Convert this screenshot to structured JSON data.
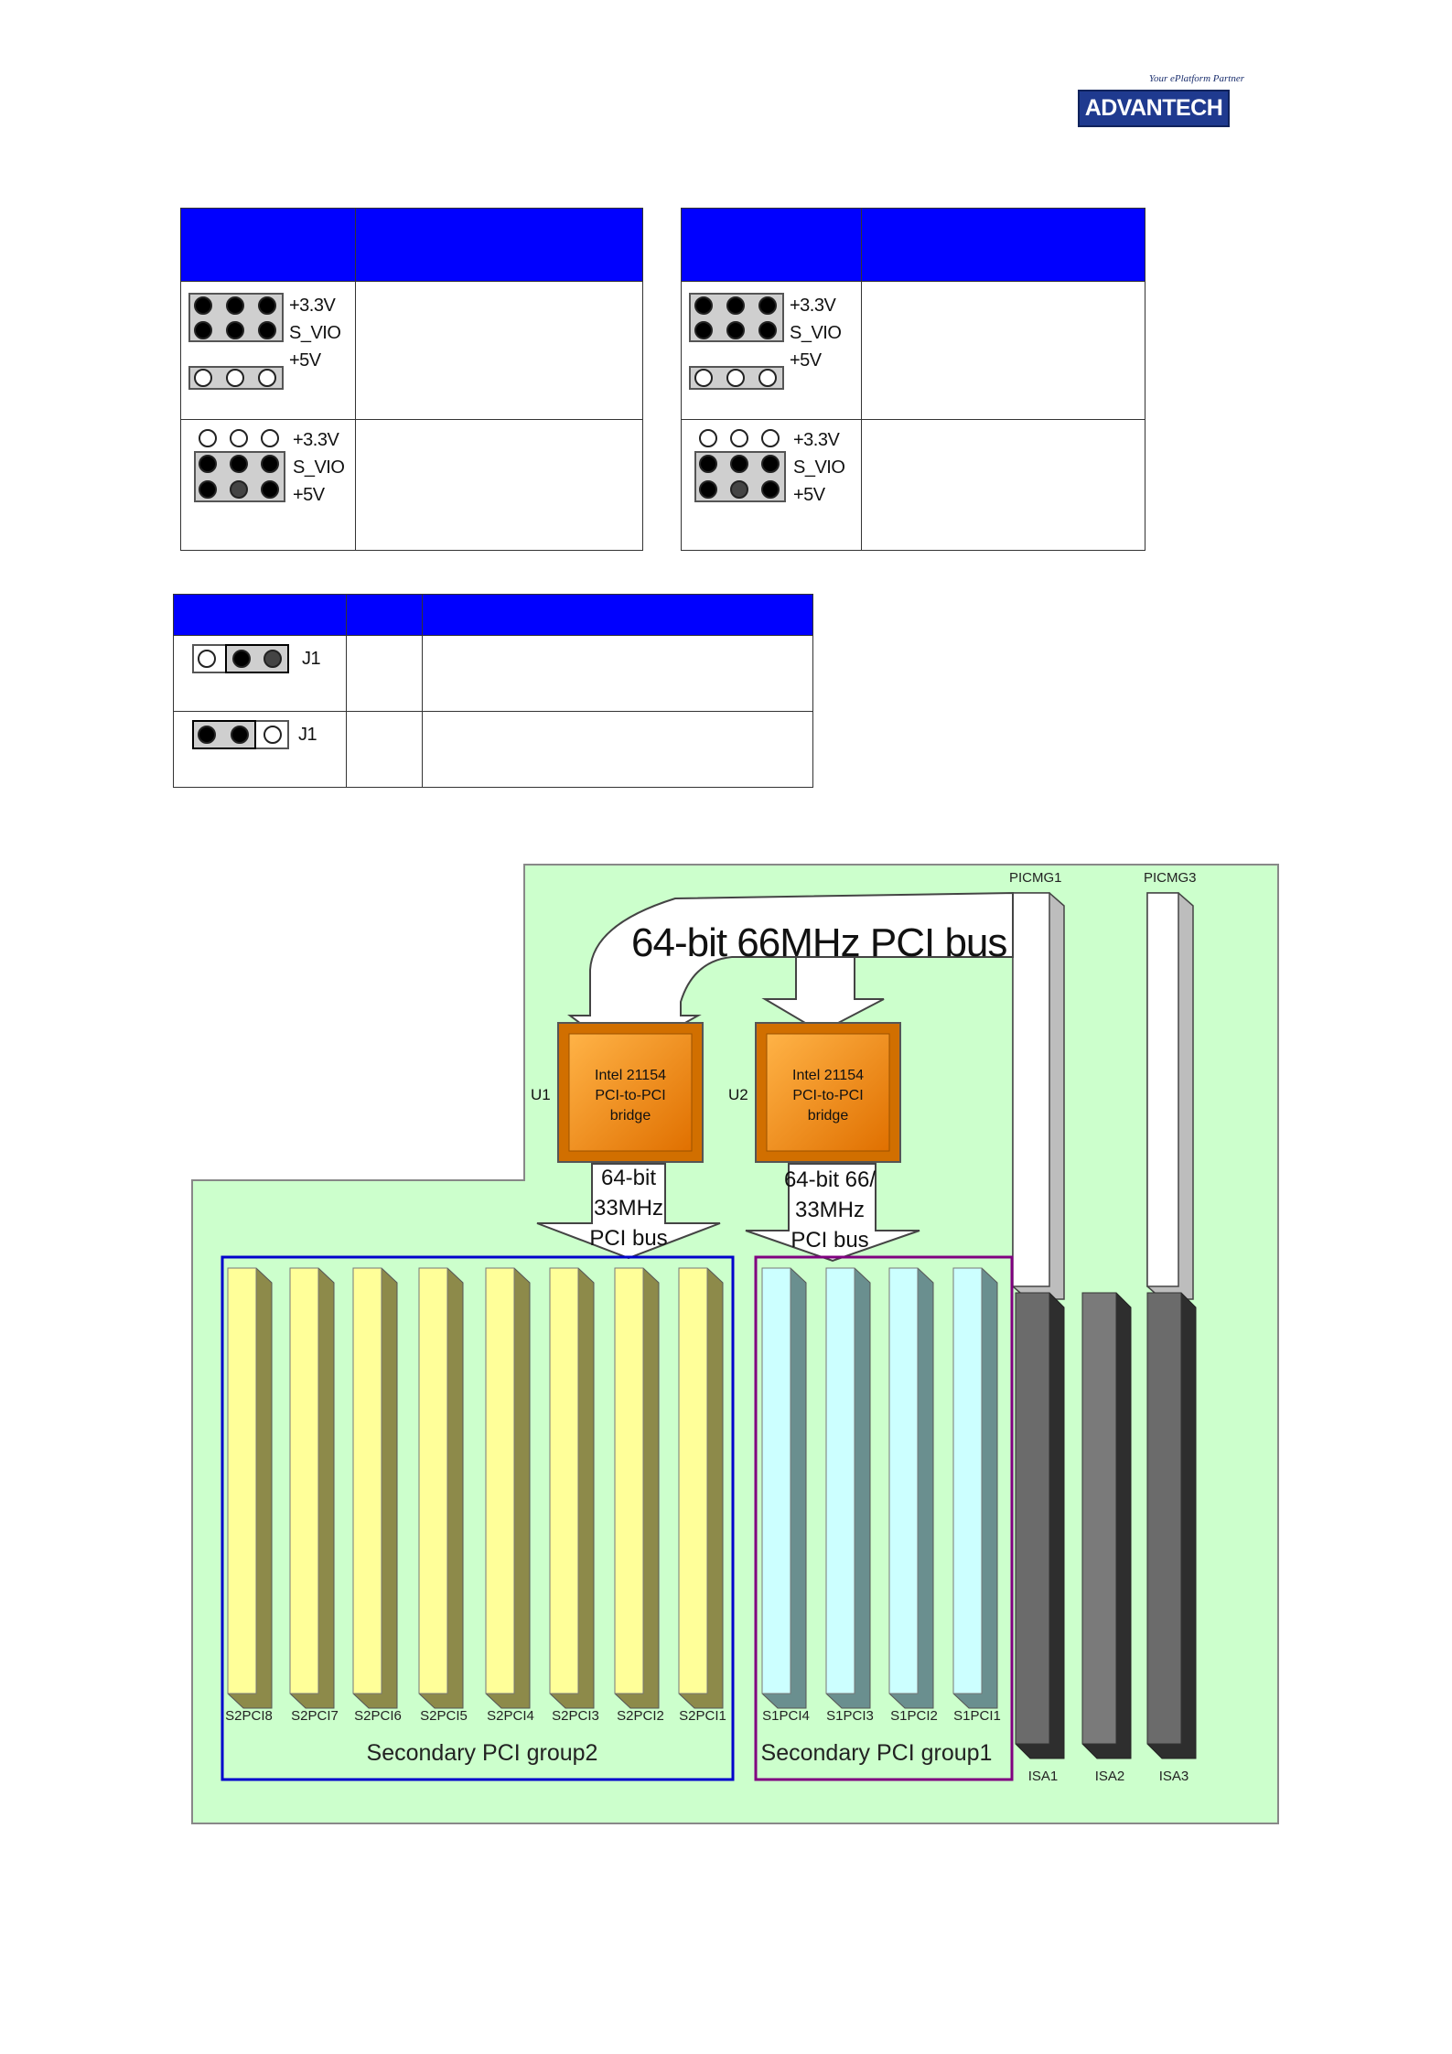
{
  "logo": {
    "tagline": "Your ePlatform Partner",
    "brand": "ADVANTECH",
    "colors": {
      "box": "#1f3a8f"
    }
  },
  "tables": {
    "header_color": "#0000ff",
    "voltage_labels": [
      "+3.3V",
      "S_VIO",
      "+5V"
    ],
    "jumper_label": "J1"
  },
  "diagram": {
    "bus_title": "64-bit 66MHz PCI bus",
    "bridges": [
      {
        "ref": "U1",
        "lines": [
          "Intel 21154",
          "PCI-to-PCI",
          "bridge"
        ]
      },
      {
        "ref": "U2",
        "lines": [
          "Intel 21154",
          "PCI-to-PCI",
          "bridge"
        ]
      }
    ],
    "secondary_bus_1": [
      "64-bit",
      "33MHz",
      "PCI bus"
    ],
    "secondary_bus_2": [
      "64-bit 66/",
      "33MHz",
      "PCI bus"
    ],
    "picmg_slots": [
      "PICMG1",
      "PICMG3"
    ],
    "group2_slots": [
      "S2PCI8",
      "S2PCI7",
      "S2PCI6",
      "S2PCI5",
      "S2PCI4",
      "S2PCI3",
      "S2PCI2",
      "S2PCI1"
    ],
    "group1_slots": [
      "S1PCI4",
      "S1PCI3",
      "S1PCI2",
      "S1PCI1"
    ],
    "isa_slots": [
      "ISA1",
      "ISA2",
      "ISA3"
    ],
    "group2_label": "Secondary PCI group2",
    "group1_label": "Secondary PCI group1",
    "colors": {
      "board": "#ccffcc",
      "bridge": "#ff8c00",
      "group2_slot": "#ffff99",
      "group1_slot": "#ccffff",
      "group2_border": "#0000cc",
      "group1_border": "#800080",
      "isa_slot": "#555555"
    }
  }
}
